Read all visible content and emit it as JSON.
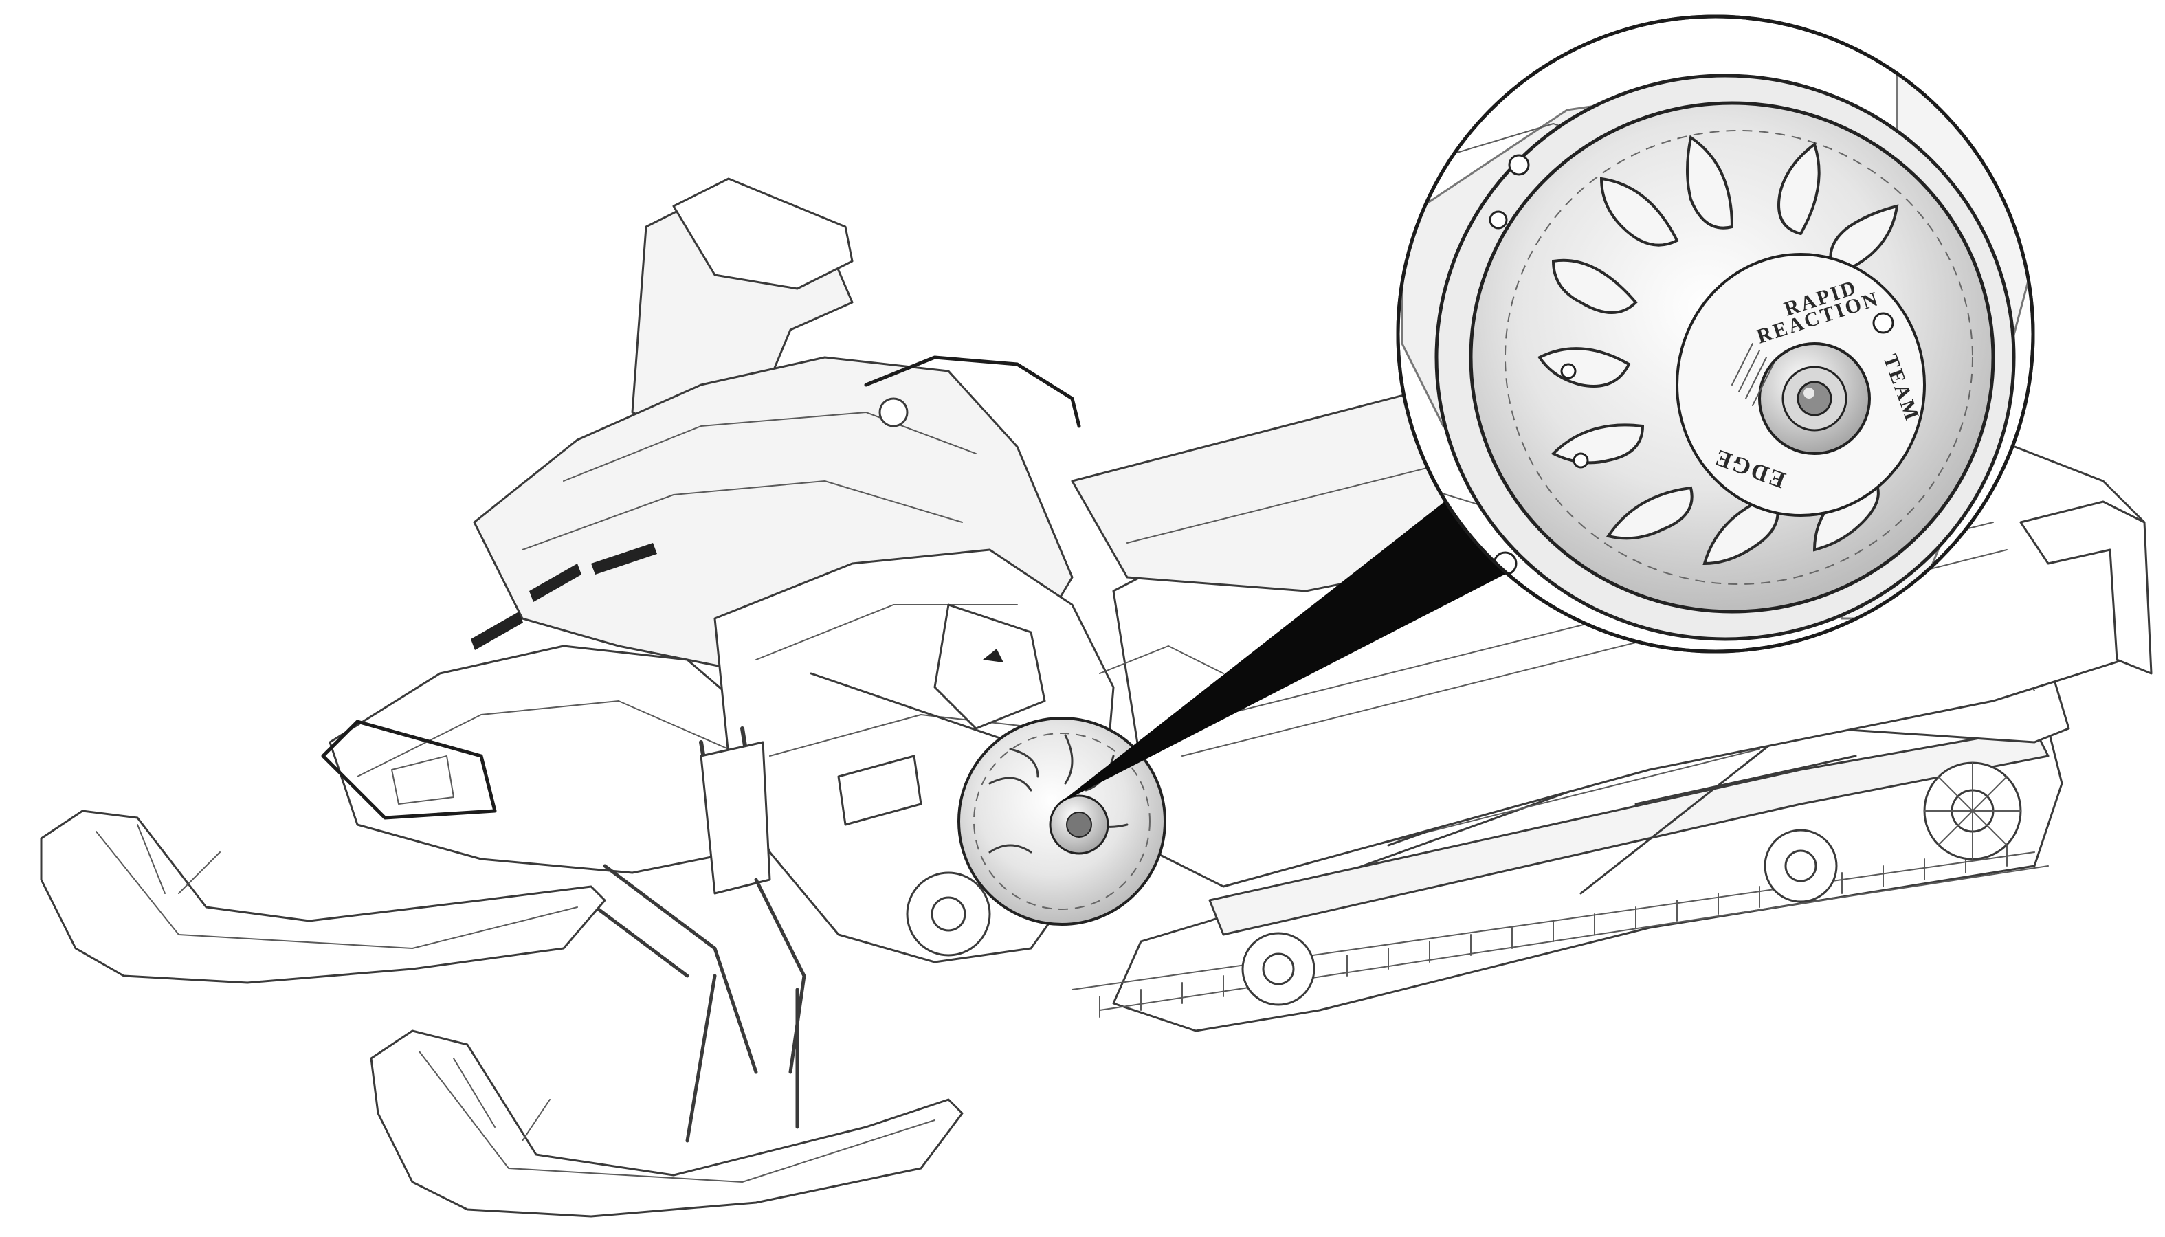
{
  "figure": {
    "callout": {
      "arc_top": "RAPID",
      "arc_bottom": "REACTION",
      "side_mark": "TEAM",
      "rim_mark": "EDGE"
    }
  }
}
